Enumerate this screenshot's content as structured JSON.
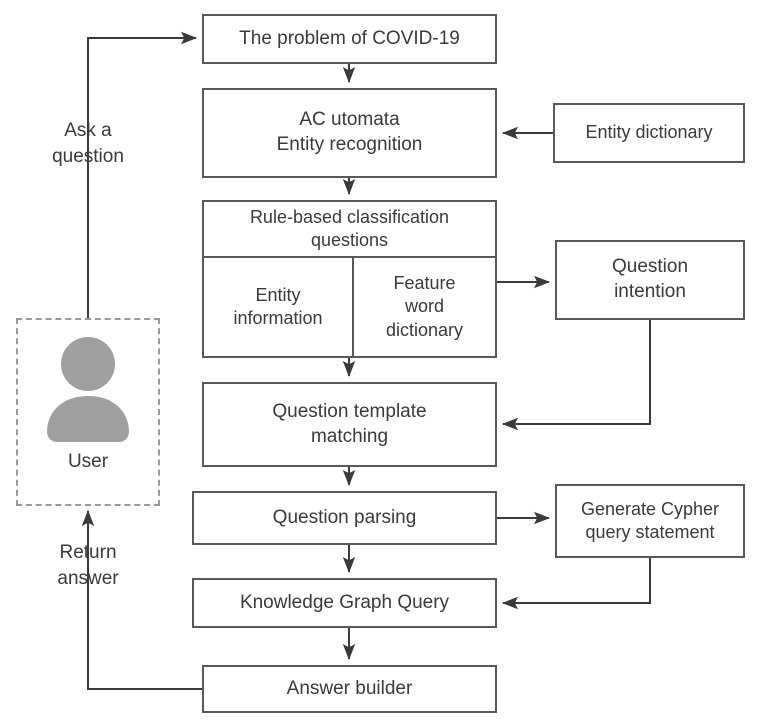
{
  "diagram": {
    "title": "COVID-19 knowledge graph question answering flowchart",
    "colors": {
      "box_border": "#595959",
      "dashed_border": "#9a9a9a",
      "text": "#3a3a3a",
      "avatar": "#a0a0a0",
      "arrow": "#3a3a3a",
      "background": "#ffffff"
    },
    "nodes": {
      "problem": "The problem of COVID-19",
      "ac_automata": "AC utomata\nEntity recognition",
      "rule_based": "Rule-based classification\nquestions",
      "entity_information": "Entity\ninformation",
      "feature_word_dictionary": "Feature\nword\ndictionary",
      "question_template_matching": "Question template\nmatching",
      "question_parsing": "Question parsing",
      "knowledge_graph_query": "Knowledge Graph Query",
      "answer_builder": "Answer builder",
      "entity_dictionary": "Entity dictionary",
      "question_intention": "Question\nintention",
      "generate_cypher": "Generate Cypher\nquery statement",
      "user": "User"
    },
    "edge_labels": {
      "ask_a_question": "Ask a\nquestion",
      "return_answer": "Return\nanswer"
    }
  }
}
